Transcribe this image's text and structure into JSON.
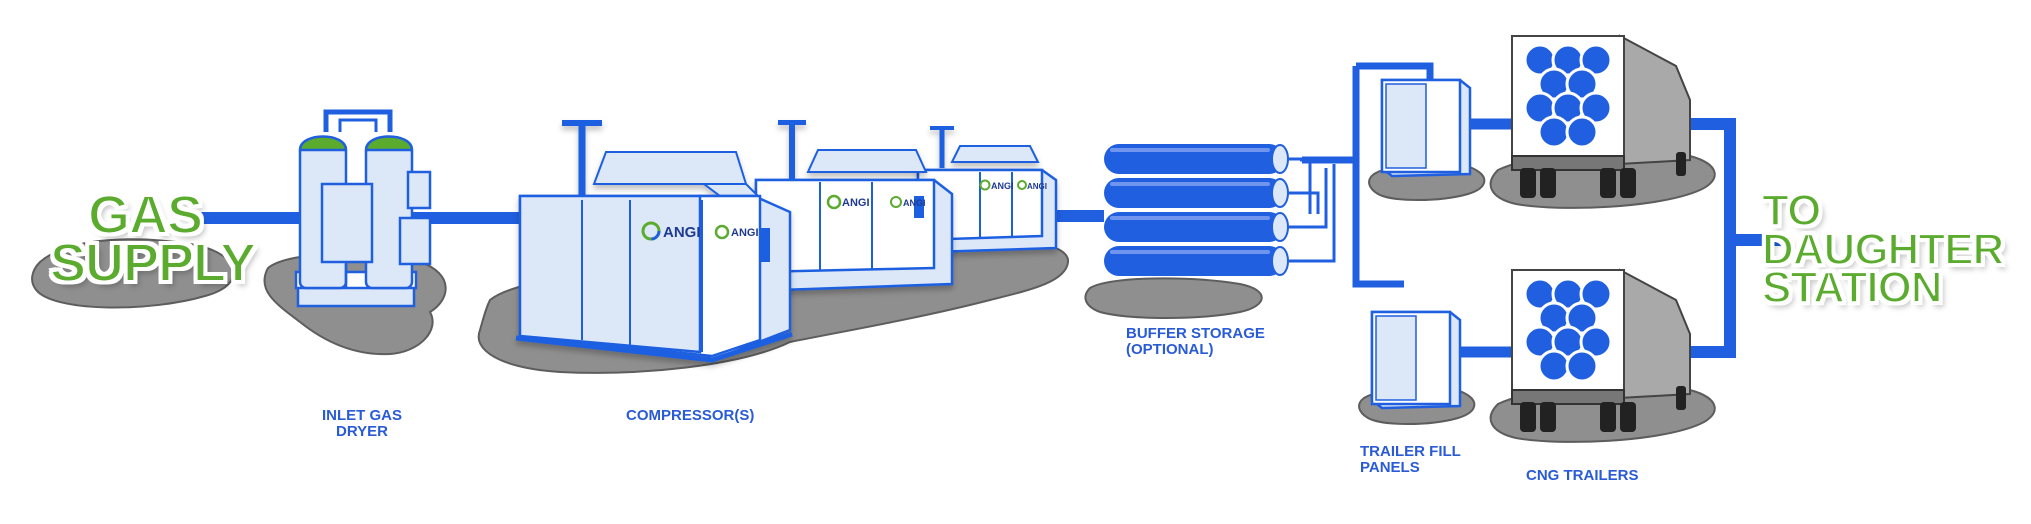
{
  "labels": {
    "gas_supply": [
      "GAS",
      "SUPPLY"
    ],
    "to_daughter": [
      "TO",
      "DAUGHTER",
      "STATION"
    ],
    "inlet_dryer": [
      "INLET GAS",
      "DRYER"
    ],
    "compressors": "COMPRESSOR(S)",
    "buffer": [
      "BUFFER STORAGE",
      "(OPTIONAL)"
    ],
    "fill_panels": [
      "TRAILER FILL",
      "PANELS"
    ],
    "trailers": "CNG TRAILERS"
  },
  "brand": {
    "logo_text": "ANGI"
  },
  "colors": {
    "pipe": "#1f5fe0",
    "equipment_fill": "#dce8f8",
    "equipment_stroke": "#1f5fe0",
    "ground": "#8f8f8f",
    "ground_edge": "#5d5d5d",
    "label_green": "#5aab2e",
    "label_blue": "#2a5bd7",
    "dryer_cap": "#5aab2e",
    "trailer_body": "#a9a9a9"
  }
}
